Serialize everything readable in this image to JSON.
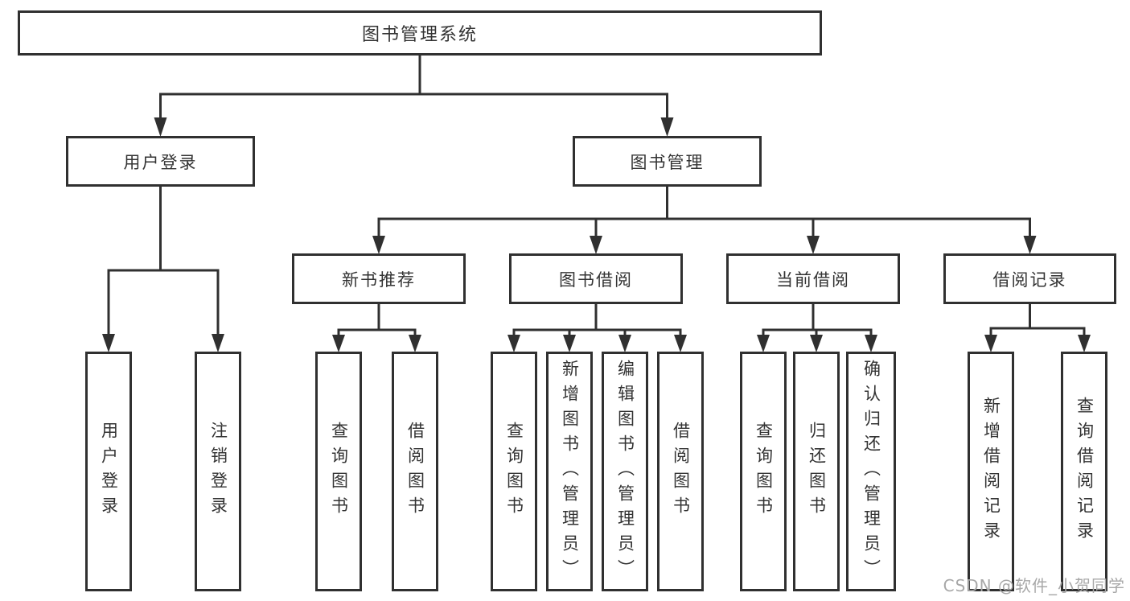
{
  "colors": {
    "line": "#303030",
    "text": "#333333",
    "watermark": "#a8a8a8",
    "background": "#ffffff"
  },
  "tree": {
    "root": "图书管理系统",
    "login": {
      "label": "用户登录",
      "children": [
        "用户登录",
        "注销登录"
      ]
    },
    "manage": {
      "label": "图书管理",
      "groups": [
        {
          "label": "新书推荐",
          "children": [
            "查询图书",
            "借阅图书"
          ]
        },
        {
          "label": "图书借阅",
          "children": [
            "查询图书",
            "新增图书（管理员）",
            "编辑图书（管理员）",
            "借阅图书"
          ]
        },
        {
          "label": "当前借阅",
          "children": [
            "查询图书",
            "归还图书",
            "确认归还（管理员）"
          ]
        },
        {
          "label": "借阅记录",
          "children": [
            "新增借阅记录",
            "查询借阅记录"
          ]
        }
      ]
    }
  },
  "watermark": {
    "text": "CSDN @软件_小贺同学"
  }
}
